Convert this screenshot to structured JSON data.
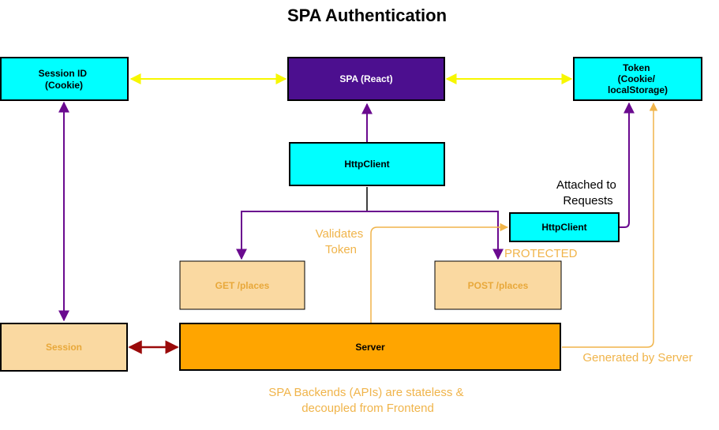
{
  "title": "SPA Authentication",
  "colors": {
    "cyan": "#00ffff",
    "purple": "#4c0f8f",
    "orange": "#ffa500",
    "peach": "#fad9a1",
    "annotation_orange": "#f0b44a",
    "arrow_yellow": "#f7f700",
    "arrow_purple": "#6a0a8f",
    "arrow_darkred": "#9a0a0a"
  },
  "boxes": {
    "session_id": [
      "Session ID",
      "(Cookie)"
    ],
    "spa": [
      "SPA (React)"
    ],
    "token": [
      "Token",
      "(Cookie/",
      "localStorage)"
    ],
    "httpclient_main": [
      "HttpClient"
    ],
    "httpclient_side": [
      "HttpClient"
    ],
    "get_places": [
      "GET /places"
    ],
    "post_places": [
      "POST /places"
    ],
    "session": [
      "Session"
    ],
    "server": [
      "Server"
    ]
  },
  "notes": {
    "attached": [
      "Attached to",
      "Requests"
    ],
    "validates": [
      "Validates",
      "Token"
    ],
    "protected": "PROTECTED",
    "generated": "Generated by Server",
    "stateless": [
      "SPA Backends (APIs) are stateless &",
      "decoupled from Frontend"
    ]
  }
}
